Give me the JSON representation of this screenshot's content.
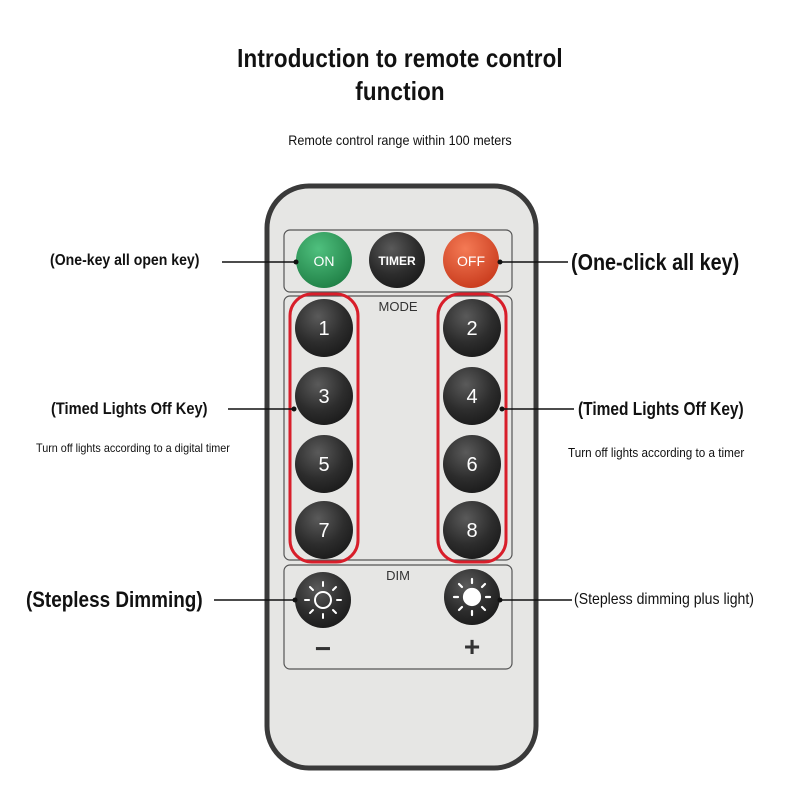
{
  "header": {
    "title_line1": "Introduction to remote control",
    "title_line2": "function",
    "subtitle": "Remote control range within 100 meters"
  },
  "remote": {
    "on_label": "ON",
    "timer_label": "TIMER",
    "off_label": "OFF",
    "mode_label": "MODE",
    "dim_label": "DIM",
    "minus_label": "−",
    "plus_label": "+",
    "number_keys": [
      "1",
      "2",
      "3",
      "4",
      "5",
      "6",
      "7",
      "8"
    ],
    "colors": {
      "on": "#2e9a5a",
      "timer": "#2b2b2b",
      "off": "#e2502e",
      "keys": "#2d2d2d",
      "highlight": "#d81e2a",
      "body": "#e8e8e6"
    }
  },
  "callouts": {
    "on_key": "(One-key all open key)",
    "off_key": "(One-click all key)",
    "timer_left": "(Timed Lights Off Key)",
    "timer_left_note": "Turn off lights according to a digital timer",
    "timer_right": "(Timed Lights Off Key)",
    "timer_right_note": "Turn off lights according to a timer",
    "dim_minus": "(Stepless Dimming)",
    "dim_plus": "(Stepless dimming plus light)"
  }
}
